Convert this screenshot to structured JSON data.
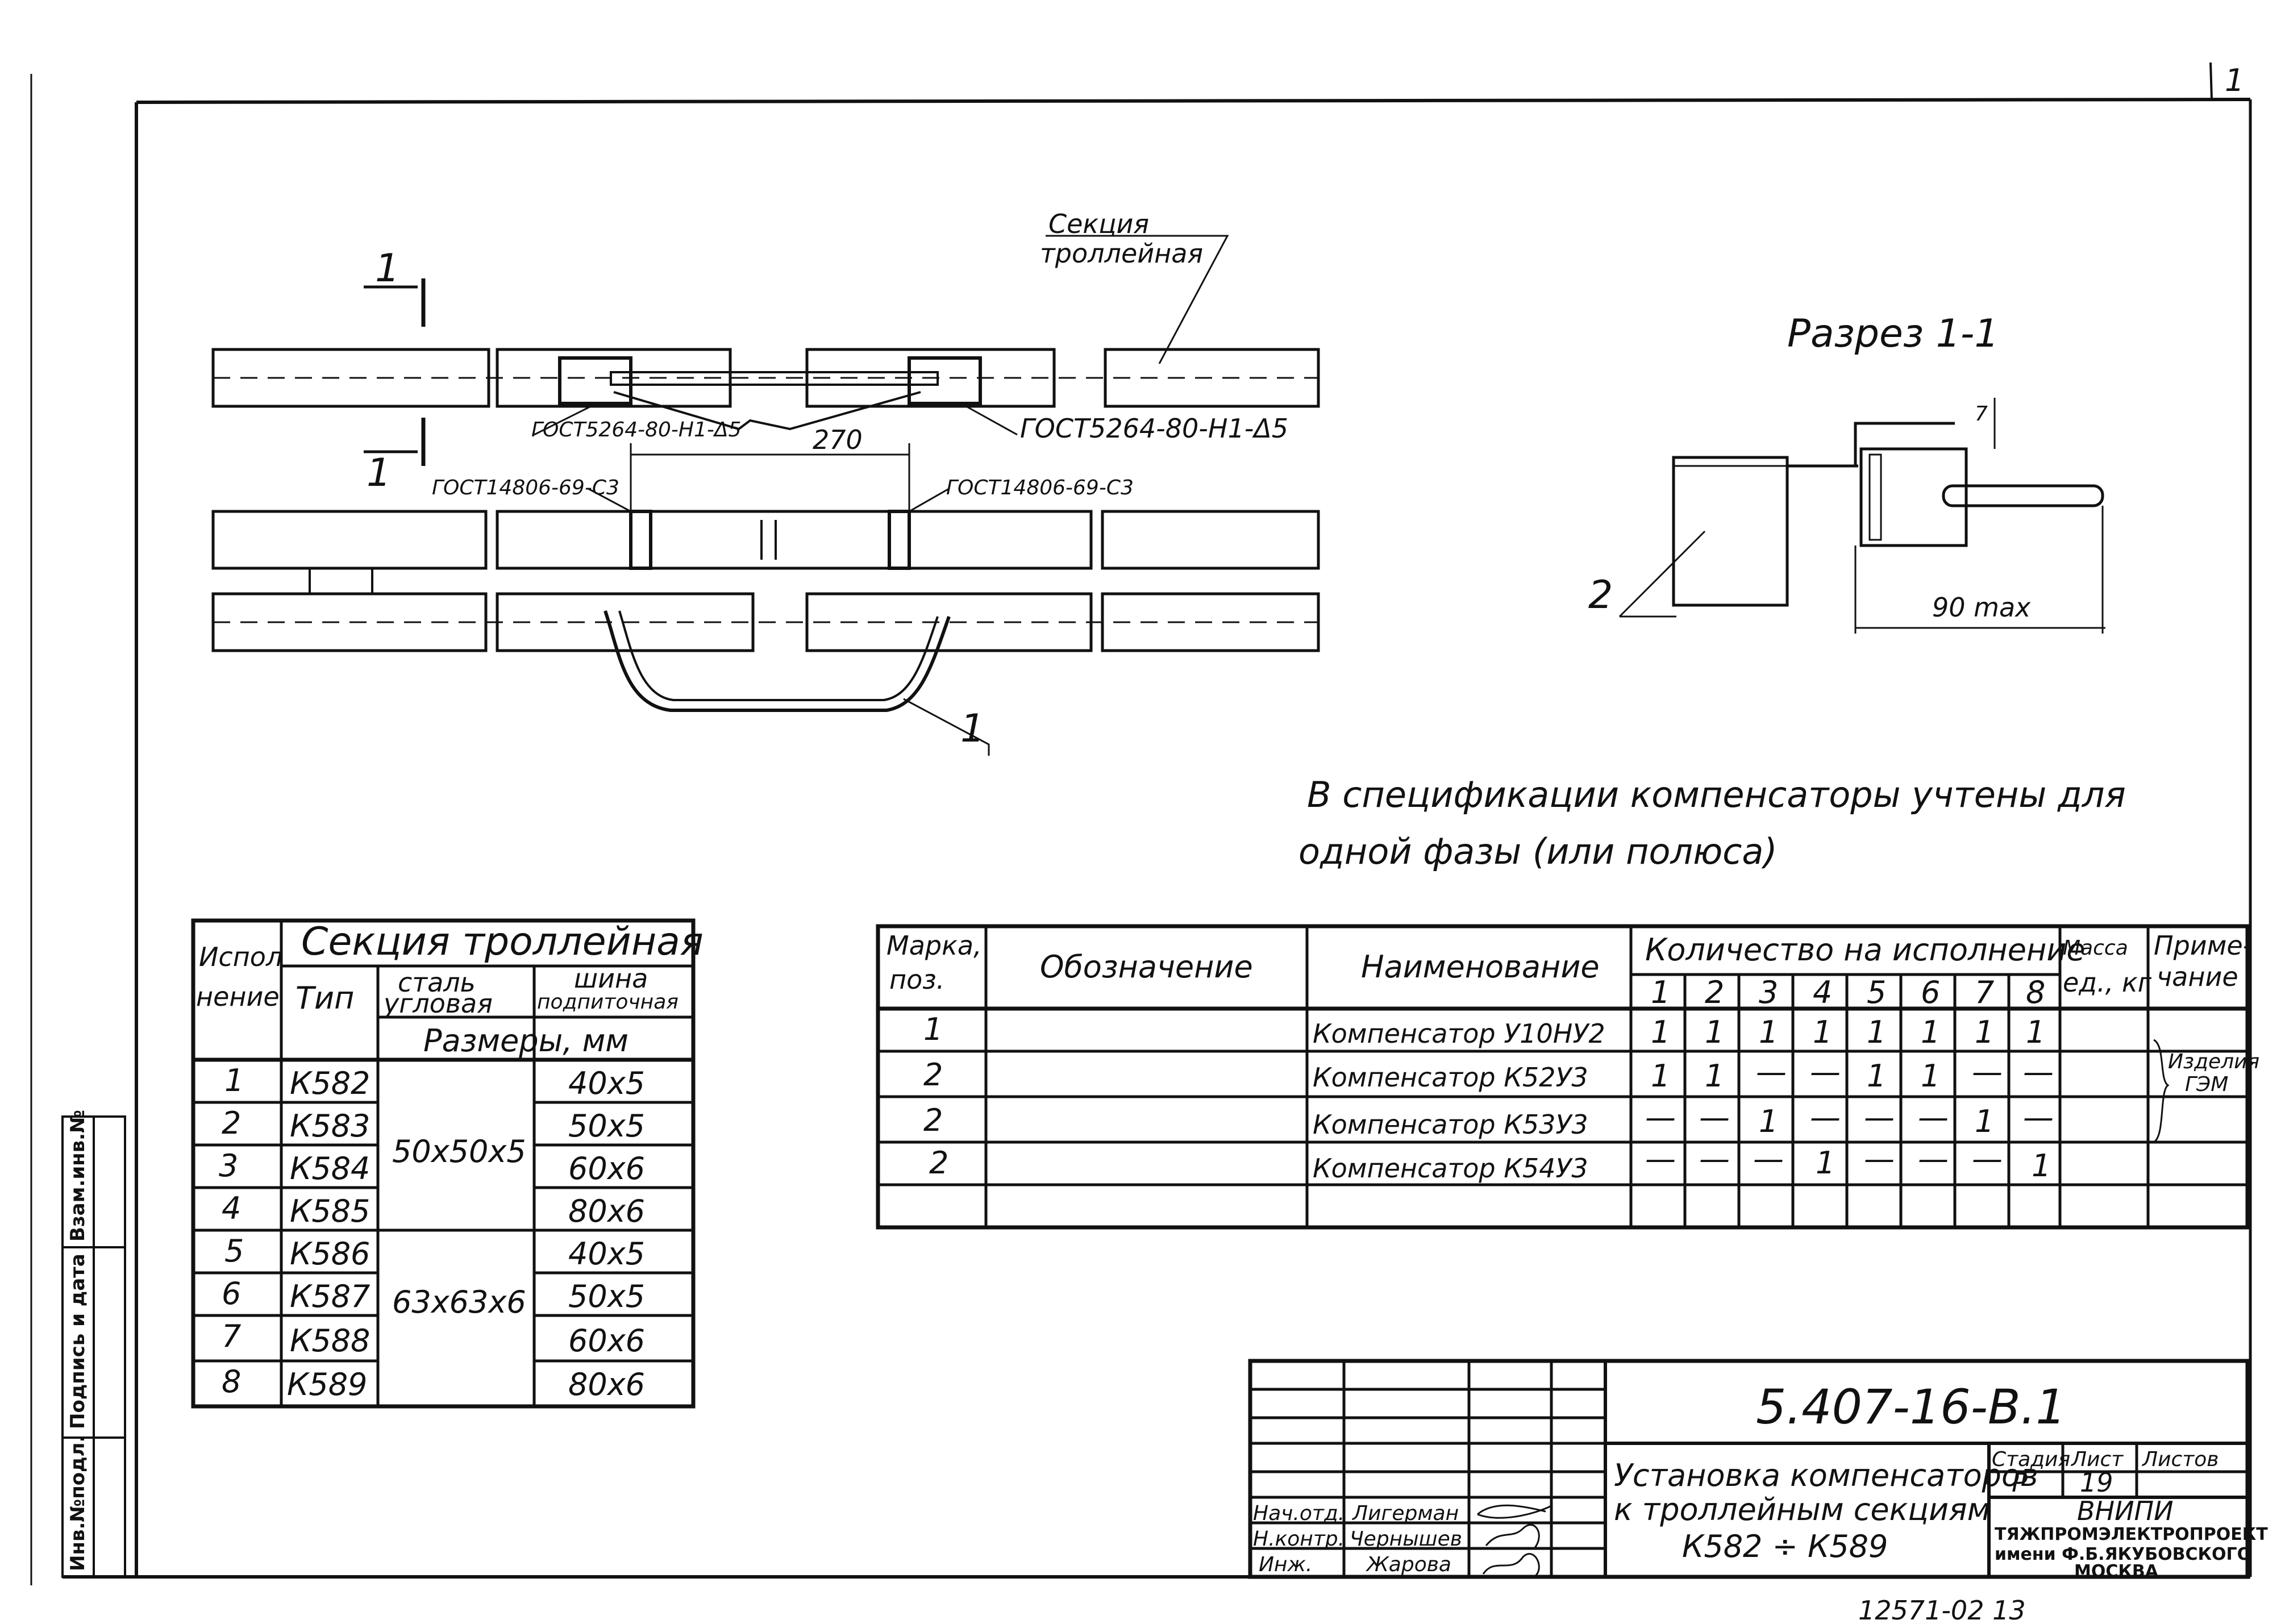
{
  "drawing": {
    "section_label": "Секция троллейная",
    "section_label_top": "Секция",
    "section_label_bottom": "троллейная",
    "section_mark": "1",
    "gost_left_top": "ГОСТ5264-80-Н1-Δ5",
    "gost_right_top": "ГОСТ5264-80-Н1-Δ5",
    "gost_left_mid": "ГОСТ14806-69-С3",
    "gost_right_mid": "ГОСТ14806-69-С3",
    "dim_270": "270",
    "bar_mark": "II",
    "compensator_mark": "1"
  },
  "section_view": {
    "title": "Разрез 1-1",
    "mark": "2",
    "dim_90": "90 max",
    "dim_small": "7"
  },
  "note": {
    "line1": "В спецификации компенсаторы учтены для",
    "line2": "одной   фазы (или полюса)"
  },
  "left_table": {
    "h_isp1": "Испол",
    "h_isp2": "нение",
    "h_section": "Секция троллейная",
    "h_type": "Тип",
    "h_steel1": "сталь",
    "h_steel2": "угловая",
    "h_bus1": "шина",
    "h_bus2": "подпиточная",
    "h_sizes": "Размеры, мм",
    "rows": [
      {
        "n": "1",
        "type": "К582",
        "bus": "40х5"
      },
      {
        "n": "2",
        "type": "К583",
        "bus": "50х5"
      },
      {
        "n": "3",
        "type": "К584",
        "bus": "60х6"
      },
      {
        "n": "4",
        "type": "К585",
        "bus": "80х6"
      },
      {
        "n": "5",
        "type": "К586",
        "bus": "40х5"
      },
      {
        "n": "6",
        "type": "К587",
        "bus": "50х5"
      },
      {
        "n": "7",
        "type": "К588",
        "bus": "60х6"
      },
      {
        "n": "8",
        "type": "К589",
        "bus": "80х6"
      }
    ],
    "steel_a": "50х50х5",
    "steel_b": "63х63х6"
  },
  "spec_table": {
    "h_mark1": "Марка,",
    "h_mark2": "поз.",
    "h_designation": "Обозначение",
    "h_name": "Наименование",
    "h_qty": "Количество на исполнение",
    "h_cols": [
      "1",
      "2",
      "3",
      "4",
      "5",
      "6",
      "7",
      "8"
    ],
    "h_mass1": "Масса",
    "h_mass2": "ед., кг",
    "h_note1": "Приме-",
    "h_note2": "чание",
    "rows": [
      {
        "mark": "1",
        "name": "Компенсатор У10НУ2",
        "q": [
          "1",
          "1",
          "1",
          "1",
          "1",
          "1",
          "1",
          "1"
        ]
      },
      {
        "mark": "2",
        "name": "Компенсатор К52У3",
        "q": [
          "1",
          "1",
          "—",
          "—",
          "1",
          "1",
          "—",
          "—"
        ]
      },
      {
        "mark": "2",
        "name": "Компенсатор К53У3",
        "q": [
          "—",
          "—",
          "1",
          "—",
          "—",
          "—",
          "1",
          "—"
        ]
      },
      {
        "mark": "2",
        "name": "Компенсатор К54У3",
        "q": [
          "—",
          "—",
          "—",
          "1",
          "—",
          "—",
          "—",
          "1"
        ]
      }
    ],
    "remark1": "Изделия",
    "remark2": "ГЭМ"
  },
  "title_block": {
    "code": "5.407-16-В.1",
    "title1": "Установка компенсаторов",
    "title2": "к троллейным секциям",
    "title3": "К582 ÷ К589",
    "stage_h": "Стадия",
    "sheet_h": "Лист",
    "sheets_h": "Листов",
    "stage": "Р",
    "sheet": "19",
    "org1": "ВНИПИ",
    "org2": "ТЯЖПРОМЭЛЕКТРОПРОЕКТ",
    "org3": "имени Ф.Б.ЯКУБОВСКОГО",
    "org4": "МОСКВА",
    "people": [
      {
        "role": "Нач.отд.",
        "name": "Лигерман"
      },
      {
        "role": "Н.контр.",
        "name": "Чернышев"
      },
      {
        "role": "Инж.",
        "name": "Жарова"
      }
    ],
    "bottom_number": "12571-02   13"
  },
  "side_stamp": {
    "inv_orig": "Инв.№подл.",
    "sign_date": "Подпись и дата",
    "replace_inv": "Взам.инв.№"
  },
  "corner_mark": "1"
}
